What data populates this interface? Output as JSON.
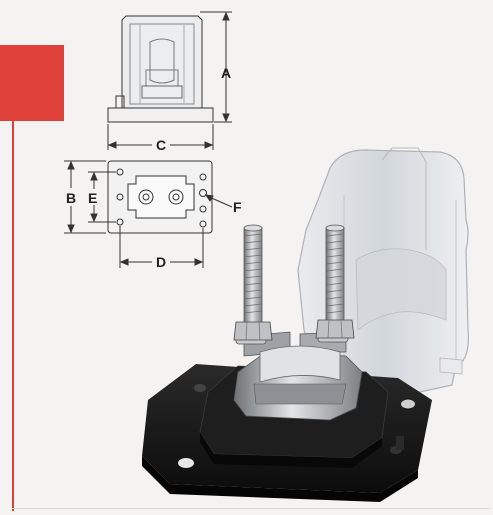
{
  "colors": {
    "accent": "#e0403a",
    "background": "#f4f3f1",
    "drawing_line": "#333333",
    "block_black": "#151515",
    "cover_clear": "#dcdfe3",
    "metal": "#b9bcbf"
  },
  "dimensions": {
    "a": "A",
    "b": "B",
    "c": "C",
    "d": "D",
    "e": "E",
    "f": "F"
  }
}
